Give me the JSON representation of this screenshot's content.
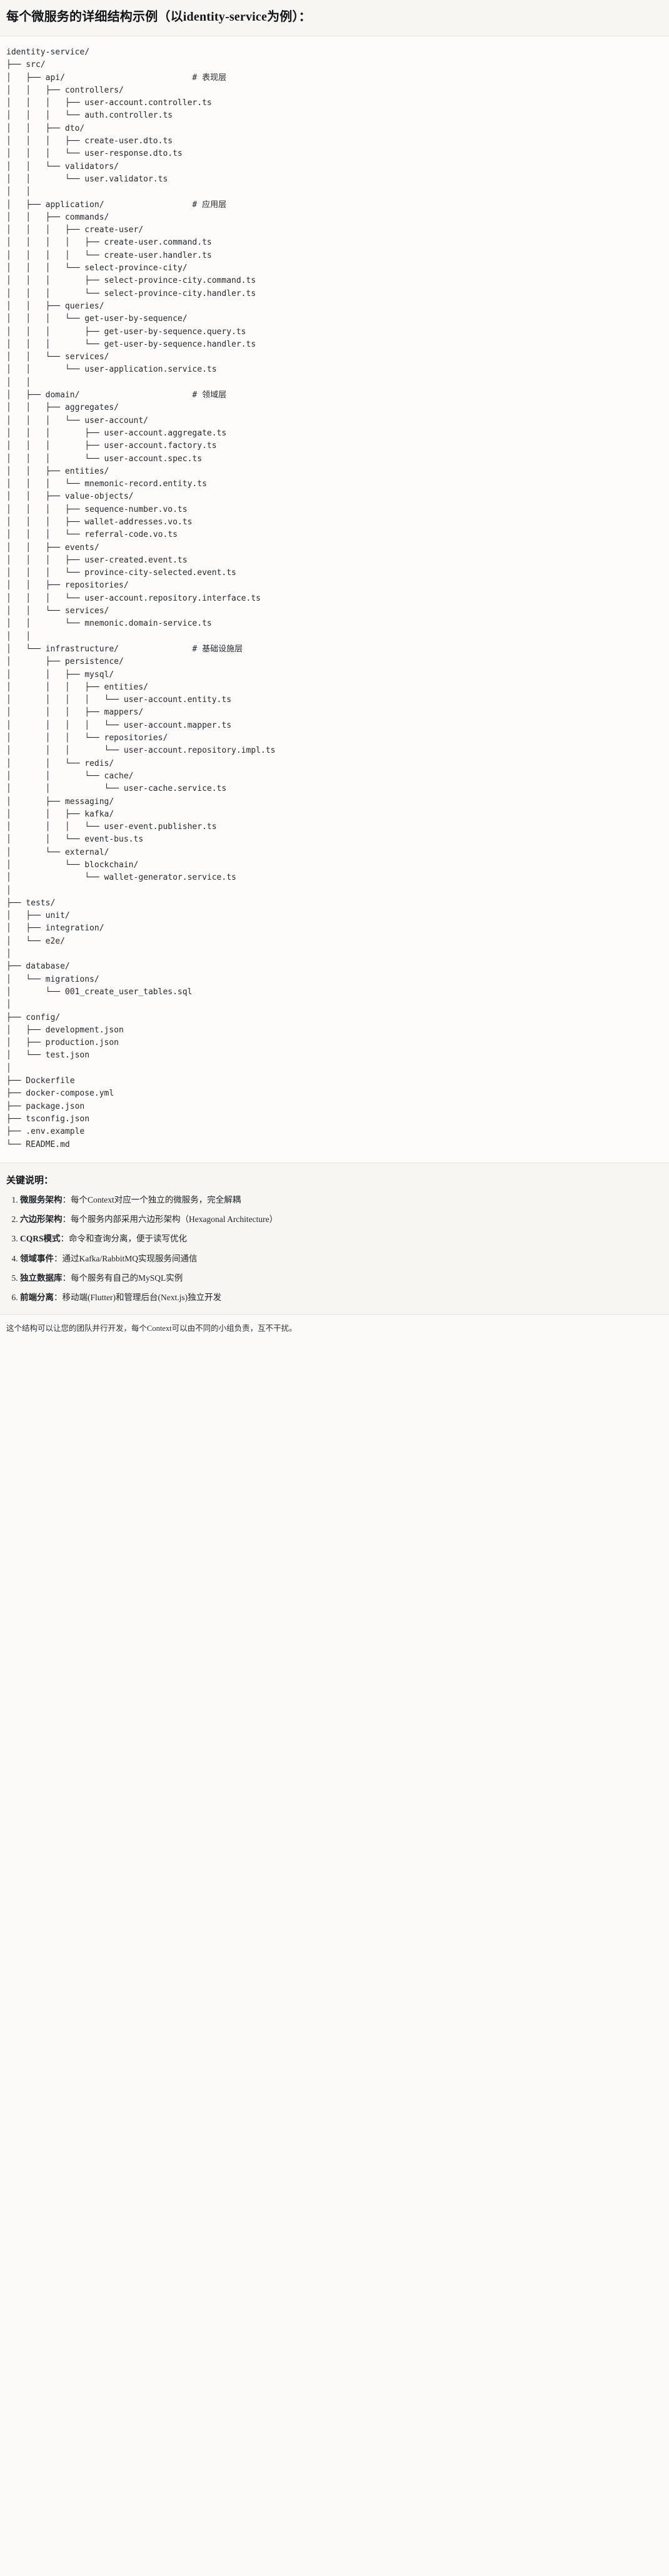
{
  "document": {
    "title": "每个微服务的详细结构示例（以identity-service为例）："
  },
  "tree": {
    "root_label": "identity-service/",
    "lines": [
      "identity-service/",
      "├── src/",
      "│   ├── api/                          # 表现层",
      "│   │   ├── controllers/",
      "│   │   │   ├── user-account.controller.ts",
      "│   │   │   └── auth.controller.ts",
      "│   │   ├── dto/",
      "│   │   │   ├── create-user.dto.ts",
      "│   │   │   └── user-response.dto.ts",
      "│   │   └── validators/",
      "│   │       └── user.validator.ts",
      "│   │",
      "│   ├── application/                  # 应用层",
      "│   │   ├── commands/",
      "│   │   │   ├── create-user/",
      "│   │   │   │   ├── create-user.command.ts",
      "│   │   │   │   └── create-user.handler.ts",
      "│   │   │   └── select-province-city/",
      "│   │   │       ├── select-province-city.command.ts",
      "│   │   │       └── select-province-city.handler.ts",
      "│   │   ├── queries/",
      "│   │   │   └── get-user-by-sequence/",
      "│   │   │       ├── get-user-by-sequence.query.ts",
      "│   │   │       └── get-user-by-sequence.handler.ts",
      "│   │   └── services/",
      "│   │       └── user-application.service.ts",
      "│   │",
      "│   ├── domain/                       # 领域层",
      "│   │   ├── aggregates/",
      "│   │   │   └── user-account/",
      "│   │   │       ├── user-account.aggregate.ts",
      "│   │   │       ├── user-account.factory.ts",
      "│   │   │       └── user-account.spec.ts",
      "│   │   ├── entities/",
      "│   │   │   └── mnemonic-record.entity.ts",
      "│   │   ├── value-objects/",
      "│   │   │   ├── sequence-number.vo.ts",
      "│   │   │   ├── wallet-addresses.vo.ts",
      "│   │   │   └── referral-code.vo.ts",
      "│   │   ├── events/",
      "│   │   │   ├── user-created.event.ts",
      "│   │   │   └── province-city-selected.event.ts",
      "│   │   ├── repositories/",
      "│   │   │   └── user-account.repository.interface.ts",
      "│   │   └── services/",
      "│   │       └── mnemonic.domain-service.ts",
      "│   │",
      "│   └── infrastructure/               # 基础设施层",
      "│       ├── persistence/",
      "│       │   ├── mysql/",
      "│       │   │   ├── entities/",
      "│       │   │   │   └── user-account.entity.ts",
      "│       │   │   ├── mappers/",
      "│       │   │   │   └── user-account.mapper.ts",
      "│       │   │   └── repositories/",
      "│       │   │       └── user-account.repository.impl.ts",
      "│       │   └── redis/",
      "│       │       └── cache/",
      "│       │           └── user-cache.service.ts",
      "│       ├── messaging/",
      "│       │   ├── kafka/",
      "│       │   │   └── user-event.publisher.ts",
      "│       │   └── event-bus.ts",
      "│       └── external/",
      "│           └── blockchain/",
      "│               └── wallet-generator.service.ts",
      "│",
      "├── tests/",
      "│   ├── unit/",
      "│   ├── integration/",
      "│   └── e2e/",
      "│",
      "├── database/",
      "│   └── migrations/",
      "│       └── 001_create_user_tables.sql",
      "│",
      "├── config/",
      "│   ├── development.json",
      "│   ├── production.json",
      "│   └── test.json",
      "│",
      "├── Dockerfile",
      "├── docker-compose.yml",
      "├── package.json",
      "├── tsconfig.json",
      "├── .env.example",
      "└── README.md"
    ],
    "layer_comments": [
      "# 表现层",
      "# 应用层",
      "# 领域层",
      "# 基础设施层"
    ]
  },
  "notes": {
    "heading": "关键说明：",
    "items": [
      {
        "term": "微服务架构",
        "desc": "：每个Context对应一个独立的微服务，完全解耦"
      },
      {
        "term": "六边形架构",
        "desc": "：每个服务内部采用六边形架构（Hexagonal Architecture）"
      },
      {
        "term": "CQRS模式",
        "desc": "：命令和查询分离，便于读写优化"
      },
      {
        "term": "领域事件",
        "desc": "：通过Kafka/RabbitMQ实现服务间通信"
      },
      {
        "term": "独立数据库",
        "desc": "：每个服务有自己的MySQL实例"
      },
      {
        "term": "前端分离",
        "desc": "：移动端(Flutter)和管理后台(Next.js)独立开发"
      }
    ]
  },
  "footer": {
    "text": "这个结构可以让您的团队并行开发，每个Context可以由不同的小组负责，互不干扰。"
  }
}
